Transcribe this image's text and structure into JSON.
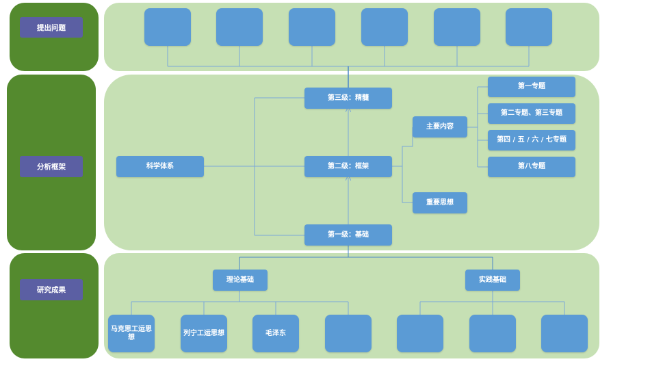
{
  "colors": {
    "band": "#c6e0b4",
    "side": "#548a2e",
    "side_label": "#5b5fa3",
    "node": "#5b9bd5",
    "line": "#7aa7d8"
  },
  "sides": {
    "top": "提出问题",
    "middle": "分析框架",
    "bottom": "研究成果"
  },
  "top_row": [
    "",
    "",
    "",
    "",
    "",
    ""
  ],
  "middle": {
    "science_system": "科学体系",
    "level3": "第三级：精髓",
    "level2": "第二级：框架",
    "level1": "第一级：基础",
    "main_content": "主要内容",
    "important_thought": "重要思想",
    "topics": [
      "第一专题",
      "第二专题、第三专题",
      "第四 / 五 / 六 / 七专题",
      "第八专题"
    ]
  },
  "bottom": {
    "theory": "理论基础",
    "practice": "实践基础",
    "leaves": [
      "马克思工运思想",
      "列宁工运思想",
      "毛泽东",
      "",
      "",
      "",
      ""
    ]
  }
}
